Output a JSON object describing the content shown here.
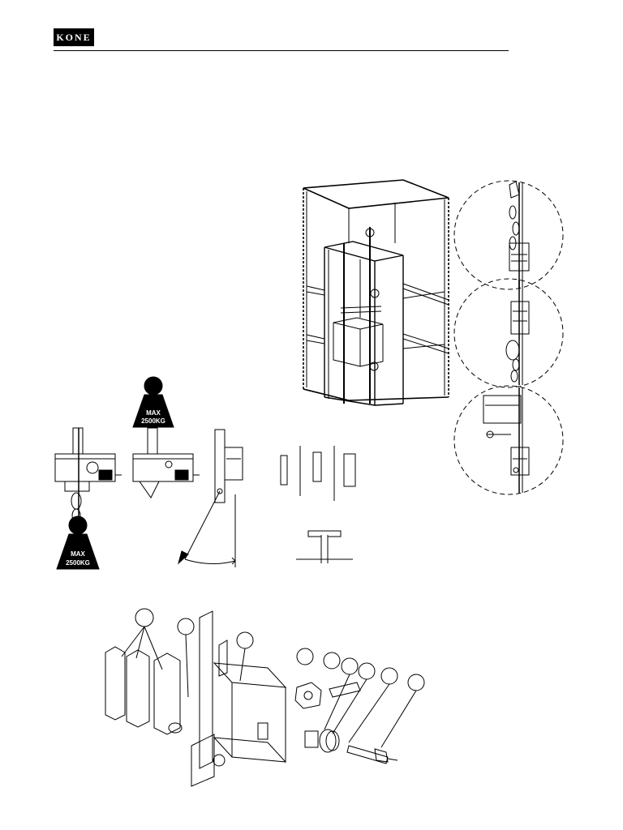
{
  "header": {
    "logo_text": "KONE"
  },
  "weights": {
    "top": {
      "line1": "MAX",
      "line2": "2500KG"
    },
    "bottom": {
      "line1": "MAX",
      "line2": "2500KG"
    }
  }
}
